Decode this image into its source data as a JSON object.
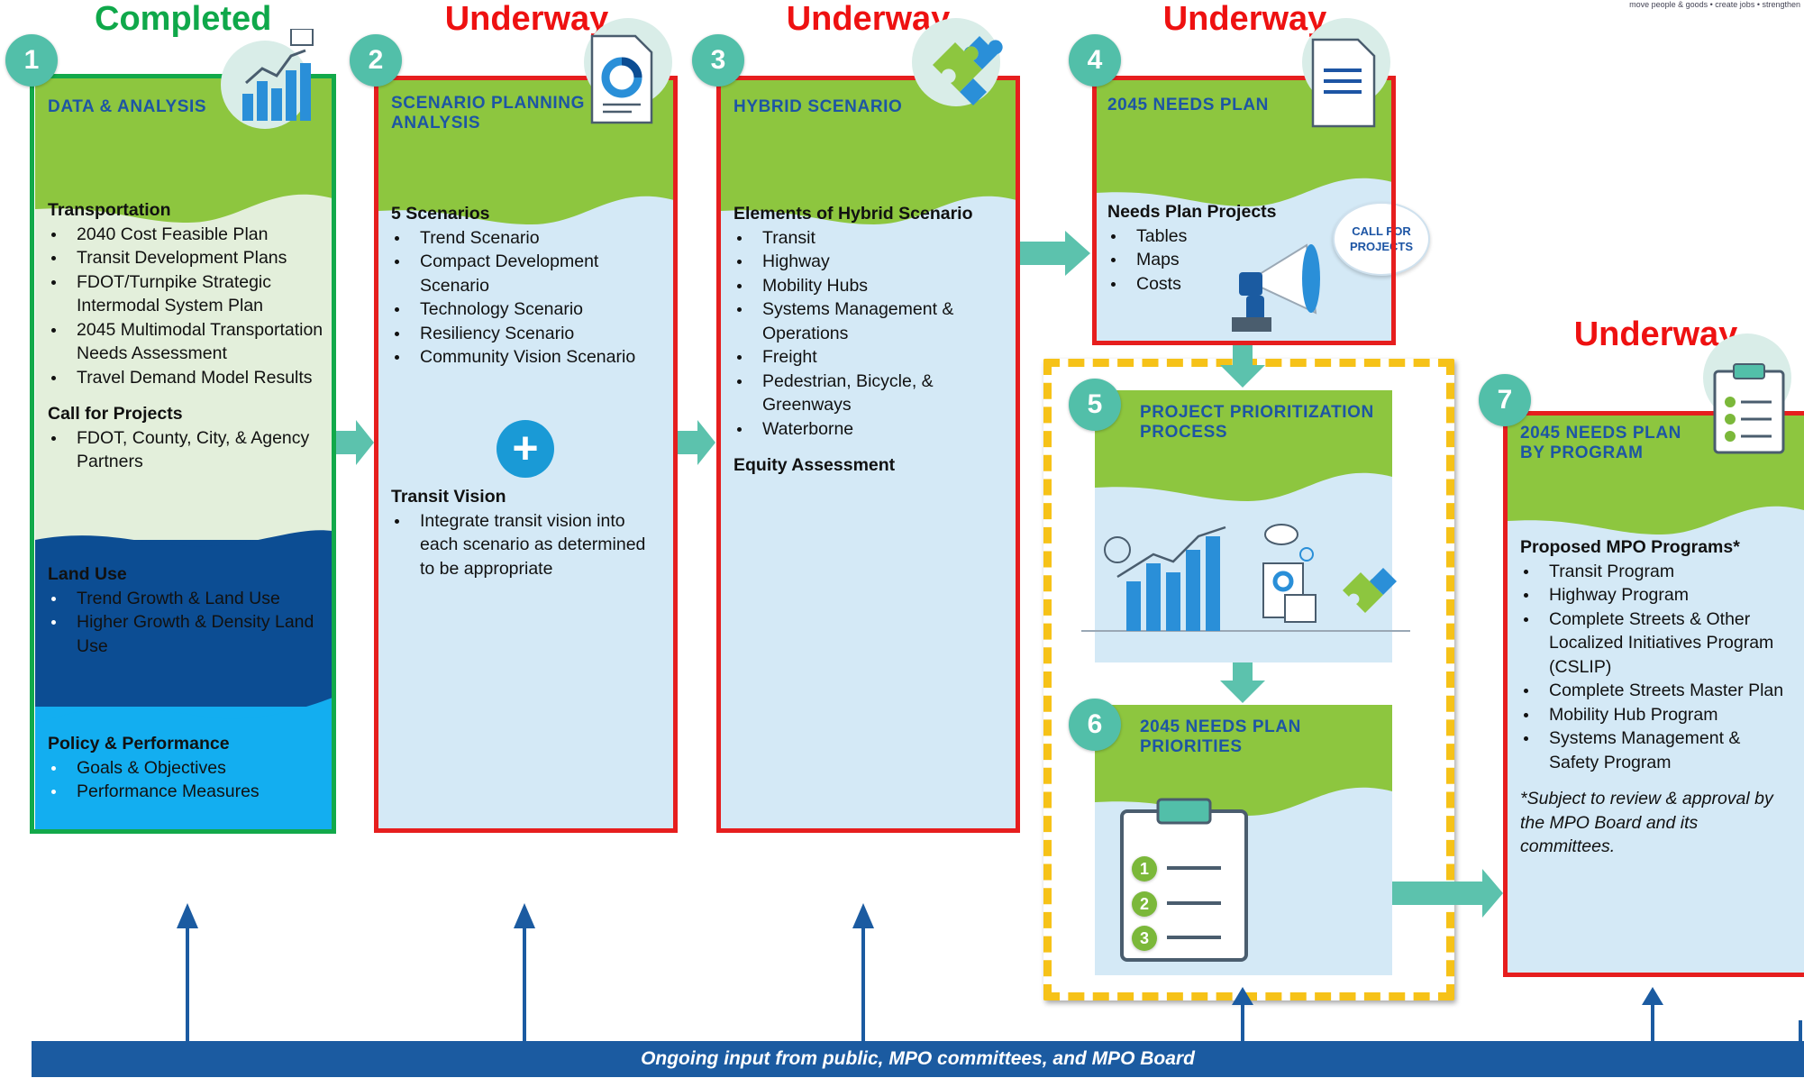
{
  "tagline": "move people & goods • create jobs • strengthen",
  "statuses": {
    "s1": "Completed",
    "s2": "Underway",
    "s3": "Underway",
    "s4": "Underway",
    "s7": "Underway"
  },
  "steps": [
    {
      "number": "1",
      "title": "DATA & ANALYSIS",
      "sections": [
        {
          "heading": "Transportation",
          "items": [
            "2040 Cost Feasible Plan",
            "Transit Development Plans",
            "FDOT/Turnpike Strategic Intermodal System Plan",
            "2045 Multimodal Transportation Needs Assessment",
            "Travel Demand Model Results"
          ]
        },
        {
          "heading": "Call for Projects",
          "items": [
            "FDOT, County, City, & Agency Partners"
          ]
        },
        {
          "heading": "Land Use",
          "items": [
            "Trend Growth & Land Use",
            "Higher Growth & Density Land Use"
          ]
        },
        {
          "heading": "Policy & Performance",
          "items": [
            "Goals & Objectives",
            "Performance Measures"
          ]
        }
      ]
    },
    {
      "number": "2",
      "title": "SCENARIO PLANNING ANALYSIS",
      "sections": [
        {
          "heading": "5 Scenarios",
          "items": [
            "Trend Scenario",
            "Compact Development Scenario",
            "Technology Scenario",
            "Resiliency Scenario",
            "Community Vision Scenario"
          ]
        },
        {
          "heading": "Transit Vision",
          "items": [
            "Integrate transit vision into each scenario as determined to be appropriate"
          ]
        }
      ],
      "plus_symbol": "+"
    },
    {
      "number": "3",
      "title": "HYBRID SCENARIO",
      "sections": [
        {
          "heading": "Elements of Hybrid Scenario",
          "items": [
            "Transit",
            "Highway",
            "Mobility Hubs",
            "Systems Management & Operations",
            "Freight",
            "Pedestrian, Bicycle, & Greenways",
            "Waterborne"
          ]
        },
        {
          "heading": "Equity Assessment",
          "items": []
        }
      ]
    },
    {
      "number": "4",
      "title": "2045 NEEDS PLAN",
      "sections": [
        {
          "heading": "Needs Plan Projects",
          "items": [
            "Tables",
            "Maps",
            "Costs"
          ]
        }
      ],
      "callout": "CALL FOR PROJECTS"
    },
    {
      "number": "5",
      "title": "PROJECT PRIORITIZATION PROCESS"
    },
    {
      "number": "6",
      "title": "2045 NEEDS PLAN PRIORITIES",
      "list_numbers": [
        "1",
        "2",
        "3"
      ]
    },
    {
      "number": "7",
      "title": "2045 NEEDS PLAN BY PROGRAM",
      "sections": [
        {
          "heading": "Proposed MPO Programs*",
          "items": [
            "Transit Program",
            "Highway Program",
            "Complete Streets & Other Localized Initiatives Program (CSLIP)",
            "Complete Streets Master Plan",
            "Mobility Hub Program",
            "Systems Management & Safety Program"
          ]
        }
      ],
      "note": "*Subject to review & approval by the MPO Board and its committees."
    }
  ],
  "bottom_bar": "Ongoing input from public, MPO committees, and MPO Board",
  "icons": [
    "bar-chart-icon",
    "document-pie-icon",
    "puzzle-icon",
    "document-icon",
    "megaphone-icon",
    "clipboard-icon",
    "analytics-illustration"
  ],
  "colors": {
    "completed": "#0fa84a",
    "underway": "#ee1111",
    "header_green": "#8dc63f",
    "card_blue": "#d4e9f6",
    "badge_teal": "#52bfa9",
    "arrow_teal": "#5cc2ad",
    "bar_blue": "#1b5ba1",
    "dashed_yellow": "#f6c218"
  }
}
